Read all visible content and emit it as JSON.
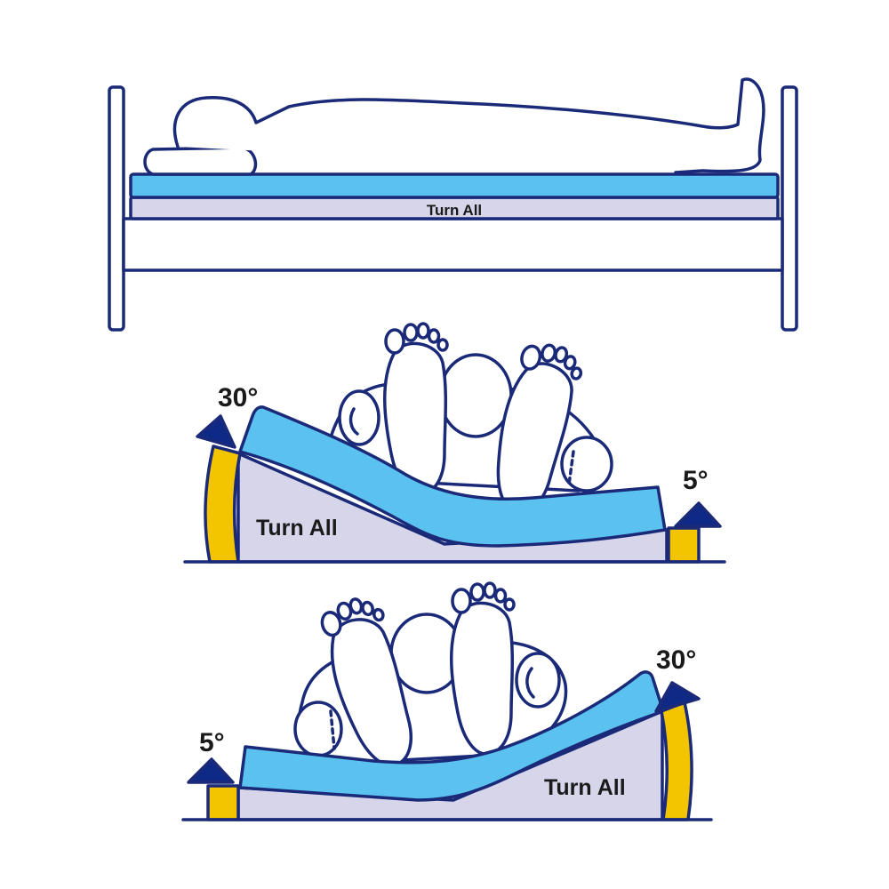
{
  "colors": {
    "outline": "#1a2a78",
    "mattress_top": "#5bc2ef",
    "mattress_base": "#d6d5ea",
    "arrow_band": "#f3c400",
    "arrow_head": "#0f2a86",
    "text": "#1a1a1a"
  },
  "panels": {
    "flat": {
      "mattress_label": "Turn All"
    },
    "tilt_left": {
      "mattress_label": "Turn All",
      "high_angle": "30°",
      "low_angle": "5°"
    },
    "tilt_right": {
      "mattress_label": "Turn All",
      "high_angle": "30°",
      "low_angle": "5°"
    }
  }
}
